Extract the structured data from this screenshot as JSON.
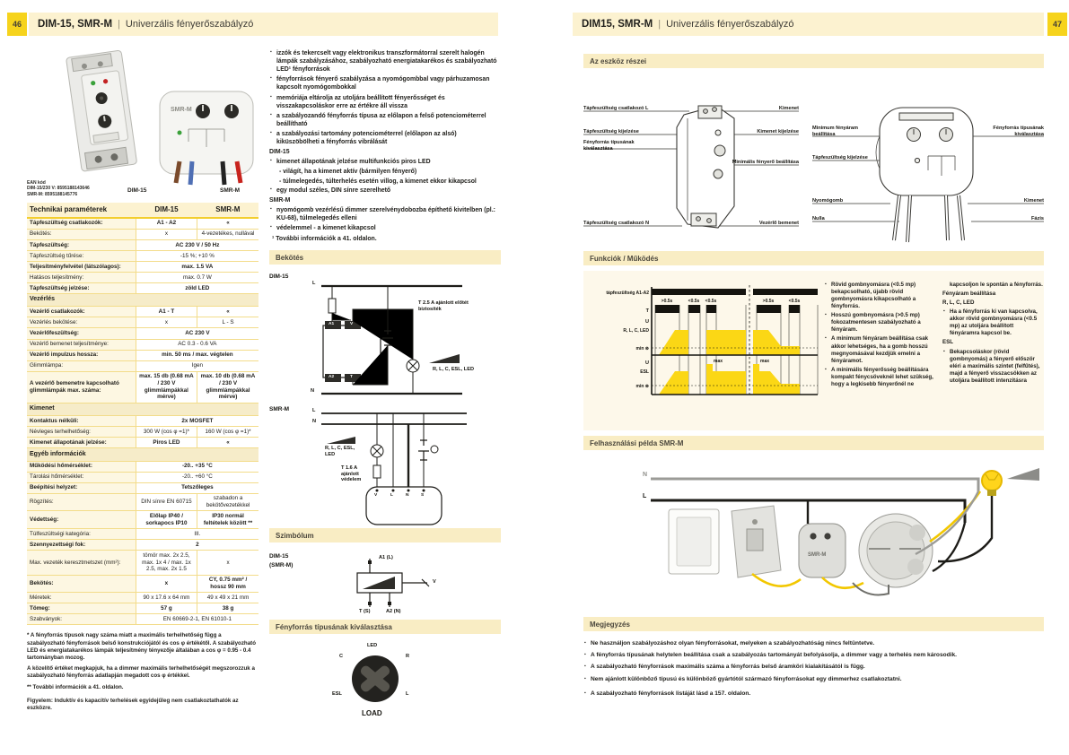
{
  "page_left": {
    "num": "46",
    "title": "DIM-15, SMR-M",
    "subtitle": "Univerzális fényerőszabályzó"
  },
  "page_right": {
    "num": "47",
    "title": "DIM15, SMR-M",
    "subtitle": "Univerzális fényerőszabályzó"
  },
  "products": {
    "ean_heading": "EAN kód",
    "ean_dim": "DIM-15/230 V: 8595188143646",
    "ean_smr": "SMR-M: 8595188145776",
    "label_dim": "DIM-15",
    "label_smr": "SMR-M"
  },
  "features": [
    {
      "t": "b",
      "text": "izzók és tekercselt vagy elektronikus transzformátorral szerelt halogén lámpák szabályzásához, szabályozható energiatakarékos és szabályozható LED¹ fényforrások"
    },
    {
      "t": "b",
      "text": "fényforrások fényerő szabályzása a nyomógombbal vagy párhuzamosan kapcsolt nyomógombokkal"
    },
    {
      "t": "b",
      "text": "memóriája eltárolja az utoljára beállított fényerősséget és visszakapcsoláskor erre az értékre áll vissza"
    },
    {
      "t": "b",
      "text": "a szabályozandó fényforrás típusa az előlapon a felső potenciométerrel beállítható"
    },
    {
      "t": "b",
      "text": "a szabályozási tartomány potenciométerrel (előlapon az alsó) kiküszöbölheti a fényforrás vibrálását"
    },
    {
      "t": "h",
      "text": "DIM-15"
    },
    {
      "t": "b",
      "text": "kimenet állapotának jelzése multifunkciós piros LED"
    },
    {
      "t": "s",
      "text": "- világít, ha a kimenet aktív (bármilyen fényerő)"
    },
    {
      "t": "s",
      "text": "- túlmelegedés, túlterhelés esetén villog, a kimenet ekkor kikapcsol"
    },
    {
      "t": "b",
      "text": "egy modul széles, DIN sínre szerelhető"
    },
    {
      "t": "h",
      "text": "SMR-M"
    },
    {
      "t": "b",
      "text": "nyomógomb vezérlésű dimmer szerelvénydobozba építhető kivitelben (pl.: KU-68), túlmelegedés elleni"
    },
    {
      "t": "b",
      "text": "védelemmel - a kimenet kikapcsol"
    },
    {
      "t": "n",
      "text": "¹ További információk a 41. oldalon."
    }
  ],
  "table": {
    "title": "Technikai paraméterek",
    "col1": "DIM-15",
    "col2": "SMR-M",
    "sections": [
      {
        "name": null,
        "rows": [
          {
            "label": "Tápfeszültség csatlakozók:",
            "dim": "A1 - A2",
            "smr": "«"
          },
          {
            "label": "Bekötés:",
            "dim": "x",
            "smr": "4-vezetékes, nullával"
          },
          {
            "label": "Tápfeszültség:",
            "both": "AC 230 V / 50 Hz"
          },
          {
            "label": "Tápfeszültség tűrése:",
            "both": "-15 %; +10 %"
          },
          {
            "label": "Teljesítményfelvétel (látszólagos):",
            "both": "max. 1.5 VA"
          },
          {
            "label": "Hatásos teljesítmény:",
            "both": "max. 0.7 W"
          },
          {
            "label": "Tápfeszültség jelzése:",
            "both": "zöld LED"
          }
        ]
      },
      {
        "name": "Vezérlés",
        "rows": [
          {
            "label": "Vezérlő csatlakozók:",
            "dim": "A1 - T",
            "smr": "«"
          },
          {
            "label": "Vezérlés bekötése:",
            "dim": "x",
            "smr": "L - S"
          },
          {
            "label": "Vezérlőfeszültség:",
            "both": "AC 230 V"
          },
          {
            "label": "Vezérlő bemenet teljesítménye:",
            "both": "AC 0.3 - 0.6 VA"
          },
          {
            "label": "Vezérlő impulzus hossza:",
            "both": "min. 50 ms / max. végtelen"
          },
          {
            "label": "Glimmlámpa:",
            "both": "Igen"
          },
          {
            "label": "A vezérlő bemenetre kapcsolható glimmlámpák max. száma:",
            "dim": "max. 15 db (0.68 mA / 230 V glimmlámpákkal mérve)",
            "smr": "max. 10 db (0.68 mA / 230 V glimmlámpákkal mérve)"
          }
        ]
      },
      {
        "name": "Kimenet",
        "rows": [
          {
            "label": "Kontaktus nélküli:",
            "both": "2x MOSFET"
          },
          {
            "label": "Névleges terhelhetőség:",
            "dim": "300 W (cos φ =1)*",
            "smr": "160 W (cos φ =1)*"
          },
          {
            "label": "Kimenet állapotának jelzése:",
            "dim": "Piros LED",
            "smr": "«"
          }
        ]
      },
      {
        "name": "Egyéb információk",
        "rows": [
          {
            "label": "Működési hőmérséklet:",
            "both": "-20.. +35 °C"
          },
          {
            "label": "Tárolási hőmérséklet:",
            "both": "-20.. +60 °C"
          },
          {
            "label": "Beépítési helyzet:",
            "both": "Tetszőleges"
          },
          {
            "label": "Rögzítés:",
            "dim": "DIN sínre EN 60715",
            "smr": "szabadon a bekötővezetékkel"
          },
          {
            "label": "Védettség:",
            "dim": "Előlap IP40 / sorkapocs IP10",
            "smr": "IP30 normál feltételek között **"
          },
          {
            "label": "Túlfeszültségi kategória:",
            "both": "III."
          },
          {
            "label": "Szennyezettségi fok:",
            "both": "2"
          },
          {
            "label": "Max. vezeték keresztmetszet (mm²):",
            "dim": "tömör max. 2x 2.5, max. 1x 4 / max. 1x 2.5, max. 2x 1.5",
            "smr": "x"
          },
          {
            "label": "Bekötés:",
            "dim": "x",
            "smr": "CY, 0.75 mm² / hossz 90 mm"
          },
          {
            "label": "Méretek:",
            "dim": "90 x 17.6 x 64 mm",
            "smr": "49 x 49 x 21 mm"
          },
          {
            "label": "Tömeg:",
            "dim": "57 g",
            "smr": "38 g"
          },
          {
            "label": "Szabványok:",
            "both": "EN 60669-2-1, EN 61010-1"
          }
        ]
      }
    ]
  },
  "footnotes": {
    "fn1": "* A fényforrás típusok nagy száma miatt a maximális terhelhetőség függ a szabályozható fényforrások belső konstrukciójától és cos φ értékétől. A szabályozható LED és energiatakarékos lámpák teljesítmény tényezője általában a cos φ = 0.95 - 0.4 tartományban mozog.",
    "fn2": "A közelítő értéket megkapjuk, ha a dimmer maximális terhelhetőségét megszorozzuk a szabályozható fényforrás adatlapján megadott cos φ értékkel.",
    "fn3": "** További információk a 41. oldalon.",
    "fn4": "Figyelem: Induktív és kapacitív terhelések egyidejűleg nem csatlakoztathatók az eszközre."
  },
  "bekotes": {
    "heading": "Bekötés",
    "dim_label": "DIM-15",
    "smr_label": "SMR-M",
    "l": "L",
    "n": "N",
    "dim_fuse": "T 2.5 A ajánlott előtét biztosíték",
    "smr_fuse": "T 1.6 A ajánlott védelem",
    "load": "R, L, C, ESL, LED",
    "dim_t1": "A1",
    "dim_t2": "V",
    "dim_t3": "A2",
    "dim_t4": "T",
    "smr_t1": "V",
    "smr_t2": "L",
    "smr_t3": "N",
    "smr_t4": "S"
  },
  "szimbolum": {
    "heading": "Szimbólum",
    "label1": "DIM-15",
    "label2": "(SMR-M)",
    "a1": "A1 (L)",
    "v": "V",
    "t": "T (S)",
    "a2": "A2 (N)"
  },
  "valasztas": {
    "heading": "Fényforrás típusának kiválasztása",
    "led": "LED",
    "r": "R",
    "l": "L",
    "esl": "ESL",
    "c": "C",
    "load": "LOAD"
  },
  "reszei": {
    "heading": "Az eszköz részei",
    "d1l1": "Tápfeszültség csatlakozó L",
    "d1l2": "Tápfeszültség kijelzése",
    "d1l3": "Fényforrás típusának kiválasztása",
    "d1l4": "Tápfeszültség csatlakozó N",
    "d1r1": "Kimenet",
    "d1r2": "Kimenet kijelzése",
    "d1r3": "Minimális fényerő beállítása",
    "d1r4": "Vezérlő bemenet",
    "d2l1": "Minimum fényáram beállítása",
    "d2l2": "Tápfeszültség kijelzése",
    "d2l3": "Nyomógomb",
    "d2l4": "Nulla",
    "d2r1": "Fényforrás típusának kiválasztása",
    "d2r2": "Kimenet",
    "d2r3": "Fázis"
  },
  "funkciok": {
    "heading": "Funkciók / Működés",
    "diagram": {
      "supply": "tápfeszültség A1-A2",
      "t": "T",
      "u": "U",
      "ch1": "R, L, C, LED",
      "ch2": "ESL",
      "min": "min ⊗",
      "max": "max",
      "times": [
        ">0.5s",
        "<0.5s",
        "<0.5s",
        ">0.5s",
        "<0.5s"
      ]
    },
    "col1": [
      {
        "t": "b",
        "text": "Rövid gombnyomásra (<0.5 mp) bekapcsolható, újabb rövid gombnyomásra kikapcsolható a fényforrás."
      },
      {
        "t": "b",
        "text": "Hosszú gombnyomásra (>0.5 mp) fokozatmentesen szabályozható a fényáram."
      },
      {
        "t": "b",
        "text": "A minimum fényáram beállítása csak akkor lehetséges, ha a gomb hosszú megnyomásával kezdjük emelni a fényáramot."
      },
      {
        "t": "b",
        "text": "A minimális fényerősség beállítására kompakt fénycsöveknél lehet szükség, hogy a legkisebb fényerőnél ne"
      }
    ],
    "col2": [
      {
        "t": "p",
        "text": "kapcsoljon le spontán a fényforrás."
      },
      {
        "t": "h",
        "text": "Fényáram beállítása"
      },
      {
        "t": "h",
        "text": "R, L, C, LED"
      },
      {
        "t": "b",
        "text": "Ha a fényforrás ki van kapcsolva, akkor rövid gombnyomásra (<0.5 mp) az utoljára beállított fényáramra kapcsol be."
      },
      {
        "t": "h",
        "text": "ESL"
      },
      {
        "t": "b",
        "text": "Bekapcsoláskor (rövid gombnyomás) a fényerő először eléri a maximális szintet (felfűtés), majd a fényerő visszacsökken az utoljára beállított intenzitásra"
      }
    ]
  },
  "pelda": {
    "heading": "Felhasználási példa SMR-M",
    "n": "N",
    "l": "L",
    "module": "SMR-M"
  },
  "megjegyzes": {
    "heading": "Megjegyzés",
    "bullets": [
      "Ne használjon szabályozáshoz olyan fényforrásokat, melyeken a szabályozhatóság nincs feltüntetve.",
      "A fényforrás típusának helytelen beállítása csak a szabályozás tartományát befolyásolja, a dimmer vagy a terhelés nem károsodik.",
      "A szabályozható fényforrások maximális száma a fényforrás belső áramköri kialakításától is függ.",
      "Nem ajánlott különböző típusú és különböző gyártótól származó fényforrásokat egy dimmerhez csatlakoztatni."
    ],
    "last": "A szabályozható fényforrások listáját lásd a 157. oldalon."
  }
}
